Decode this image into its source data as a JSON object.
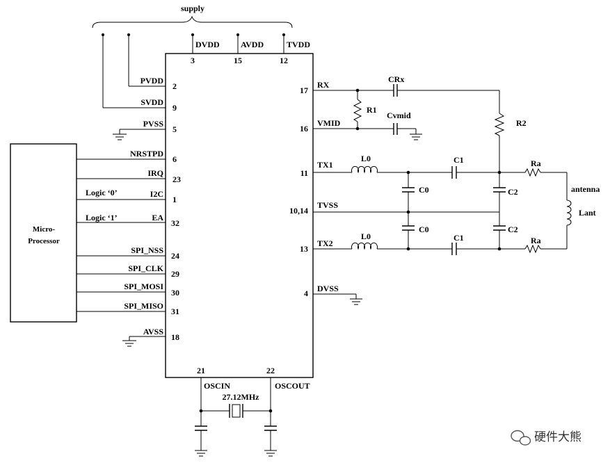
{
  "supply": "supply",
  "micro": {
    "line1": "Micro-",
    "line2": "Processor"
  },
  "top_pins": [
    {
      "name": "DVDD",
      "num": "3"
    },
    {
      "name": "AVDD",
      "num": "15"
    },
    {
      "name": "TVDD",
      "num": "12"
    }
  ],
  "left_pins": [
    {
      "name": "PVDD",
      "num": "2"
    },
    {
      "name": "SVDD",
      "num": "9"
    },
    {
      "name": "PVSS",
      "num": "5"
    },
    {
      "name": "NRSTPD",
      "num": "6"
    },
    {
      "name": "IRQ",
      "num": "23"
    },
    {
      "name": "I2C",
      "num": "1"
    },
    {
      "name": "EA",
      "num": "32"
    },
    {
      "name": "SPI_NSS",
      "num": "24"
    },
    {
      "name": "SPI_CLK",
      "num": "29"
    },
    {
      "name": "SPI_MOSI",
      "num": "30"
    },
    {
      "name": "SPI_MISO",
      "num": "31"
    },
    {
      "name": "AVSS",
      "num": "18"
    }
  ],
  "logic": {
    "i2c": "Logic ‘0’",
    "ea": "Logic ‘1’"
  },
  "right_pins": [
    {
      "name": "RX",
      "num": "17"
    },
    {
      "name": "VMID",
      "num": "16"
    },
    {
      "name": "TX1",
      "num": "11"
    },
    {
      "name": "TVSS",
      "num": "10,14"
    },
    {
      "name": "TX2",
      "num": "13"
    },
    {
      "name": "DVSS",
      "num": "4"
    }
  ],
  "bottom_pins": [
    {
      "name": "OSCIN",
      "num": "21"
    },
    {
      "name": "OSCOUT",
      "num": "22"
    }
  ],
  "crystal": "27.12MHz",
  "components": {
    "crx": "CRx",
    "r1": "R1",
    "cvmid": "Cvmid",
    "r2": "R2",
    "l0": "L0",
    "c1": "C1",
    "c0": "C0",
    "c2": "C2",
    "ra": "Ra",
    "antenna": "antenna",
    "lant": "Lant"
  },
  "watermark": "硬件大熊"
}
